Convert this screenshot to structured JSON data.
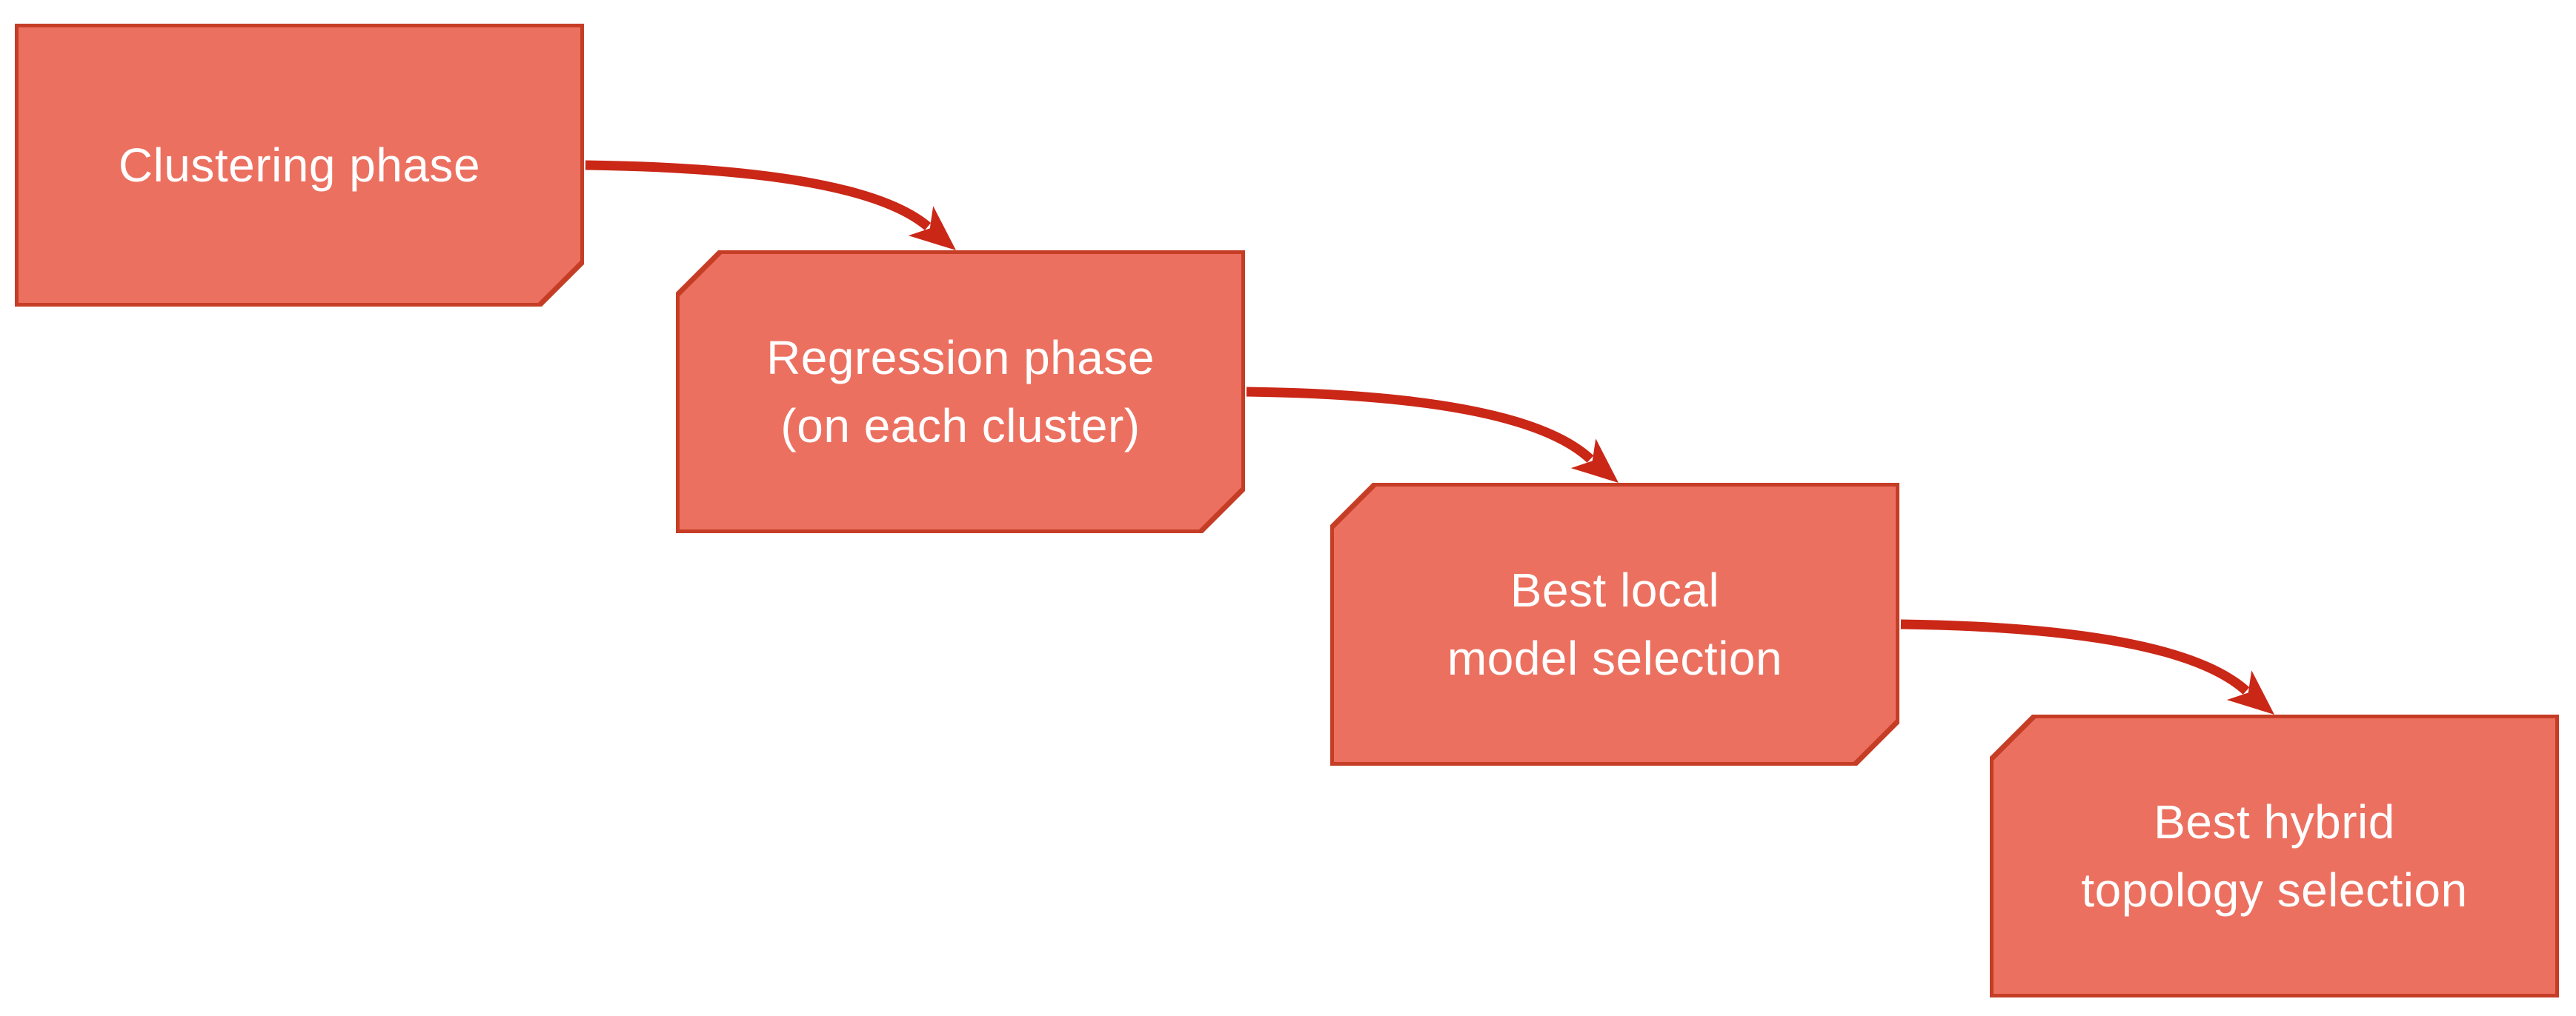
{
  "colors": {
    "background": "#ffffff",
    "node_fill": "#ec7060",
    "node_border": "#c63d26",
    "arrow": "#ca2717",
    "text": "#ffffff"
  },
  "diagram_type": "flow-sequence",
  "nodes": [
    {
      "id": "clustering-phase",
      "lines": [
        "Clustering phase"
      ]
    },
    {
      "id": "regression-phase",
      "lines": [
        "Regression phase",
        "(on each cluster)"
      ]
    },
    {
      "id": "best-local-model-selection",
      "lines": [
        "Best local",
        "model selection"
      ]
    },
    {
      "id": "best-hybrid-topology-selection",
      "lines": [
        "Best hybrid",
        "topology selection"
      ]
    }
  ],
  "edges": [
    {
      "from": "clustering-phase",
      "to": "regression-phase"
    },
    {
      "from": "regression-phase",
      "to": "best-local-model-selection"
    },
    {
      "from": "best-local-model-selection",
      "to": "best-hybrid-topology-selection"
    }
  ]
}
